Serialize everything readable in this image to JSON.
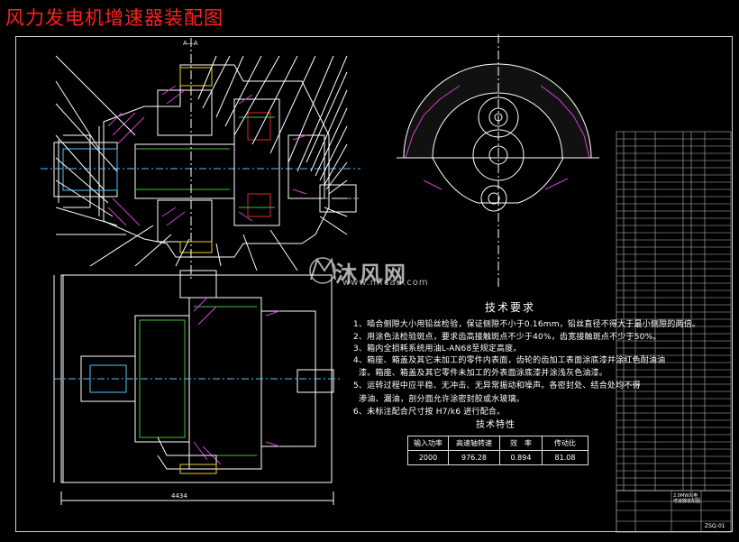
{
  "title": "风力发电机增速器装配图",
  "section_label": "A—A",
  "tech_requirements": {
    "heading": "技术要求",
    "items": [
      "1、啮合侧隙大小用铅丝检验，保证侧隙不小于0.16mm，铅丝直径不得大于最小侧隙的两倍。",
      "2、用涂色法检验斑点，要求齿高接触斑点不少于40%，齿宽接触斑点不少于50%。",
      "3、箱内全损耗系统用油L-AN68至规定高度。",
      "4、箱座、箱盖及其它未加工的零件内表面，齿轮的齿加工表面涂底漆并涂红色耐油油",
      "漆。箱座、箱盖及其它零件未加工的外表面涂底漆并涂浅灰色油漆。",
      "5、运转过程中应平稳、无冲击、无异常振动和噪声。各密封处、结合处均不得",
      "渗油、漏油，剖分面允许涂密封胶或水玻璃。",
      "6、未标注配合尺寸按 H7/k6 进行配合。"
    ]
  },
  "tech_characteristics": {
    "heading": "技术特性",
    "headers": [
      "输入功率",
      "高速轴转速",
      "效　率",
      "传动比"
    ],
    "values": [
      "2000",
      "976.28",
      "0.894",
      "81.08"
    ]
  },
  "overall_dimension": "4434",
  "watermark": {
    "text": "沐风网",
    "url": "www.mfcad.com"
  },
  "title_block": {
    "line1": "2.0MW风电",
    "line2": "增速器装配图",
    "drawing_no": "ZSQ-01"
  },
  "colors": {
    "background": "#000000",
    "title": "#ff2020",
    "line": "#ffffff",
    "green": "#3ec23e",
    "cyan": "#4fc3ff",
    "magenta": "#d040d0",
    "yellow": "#e8d020",
    "red": "#e02828"
  }
}
